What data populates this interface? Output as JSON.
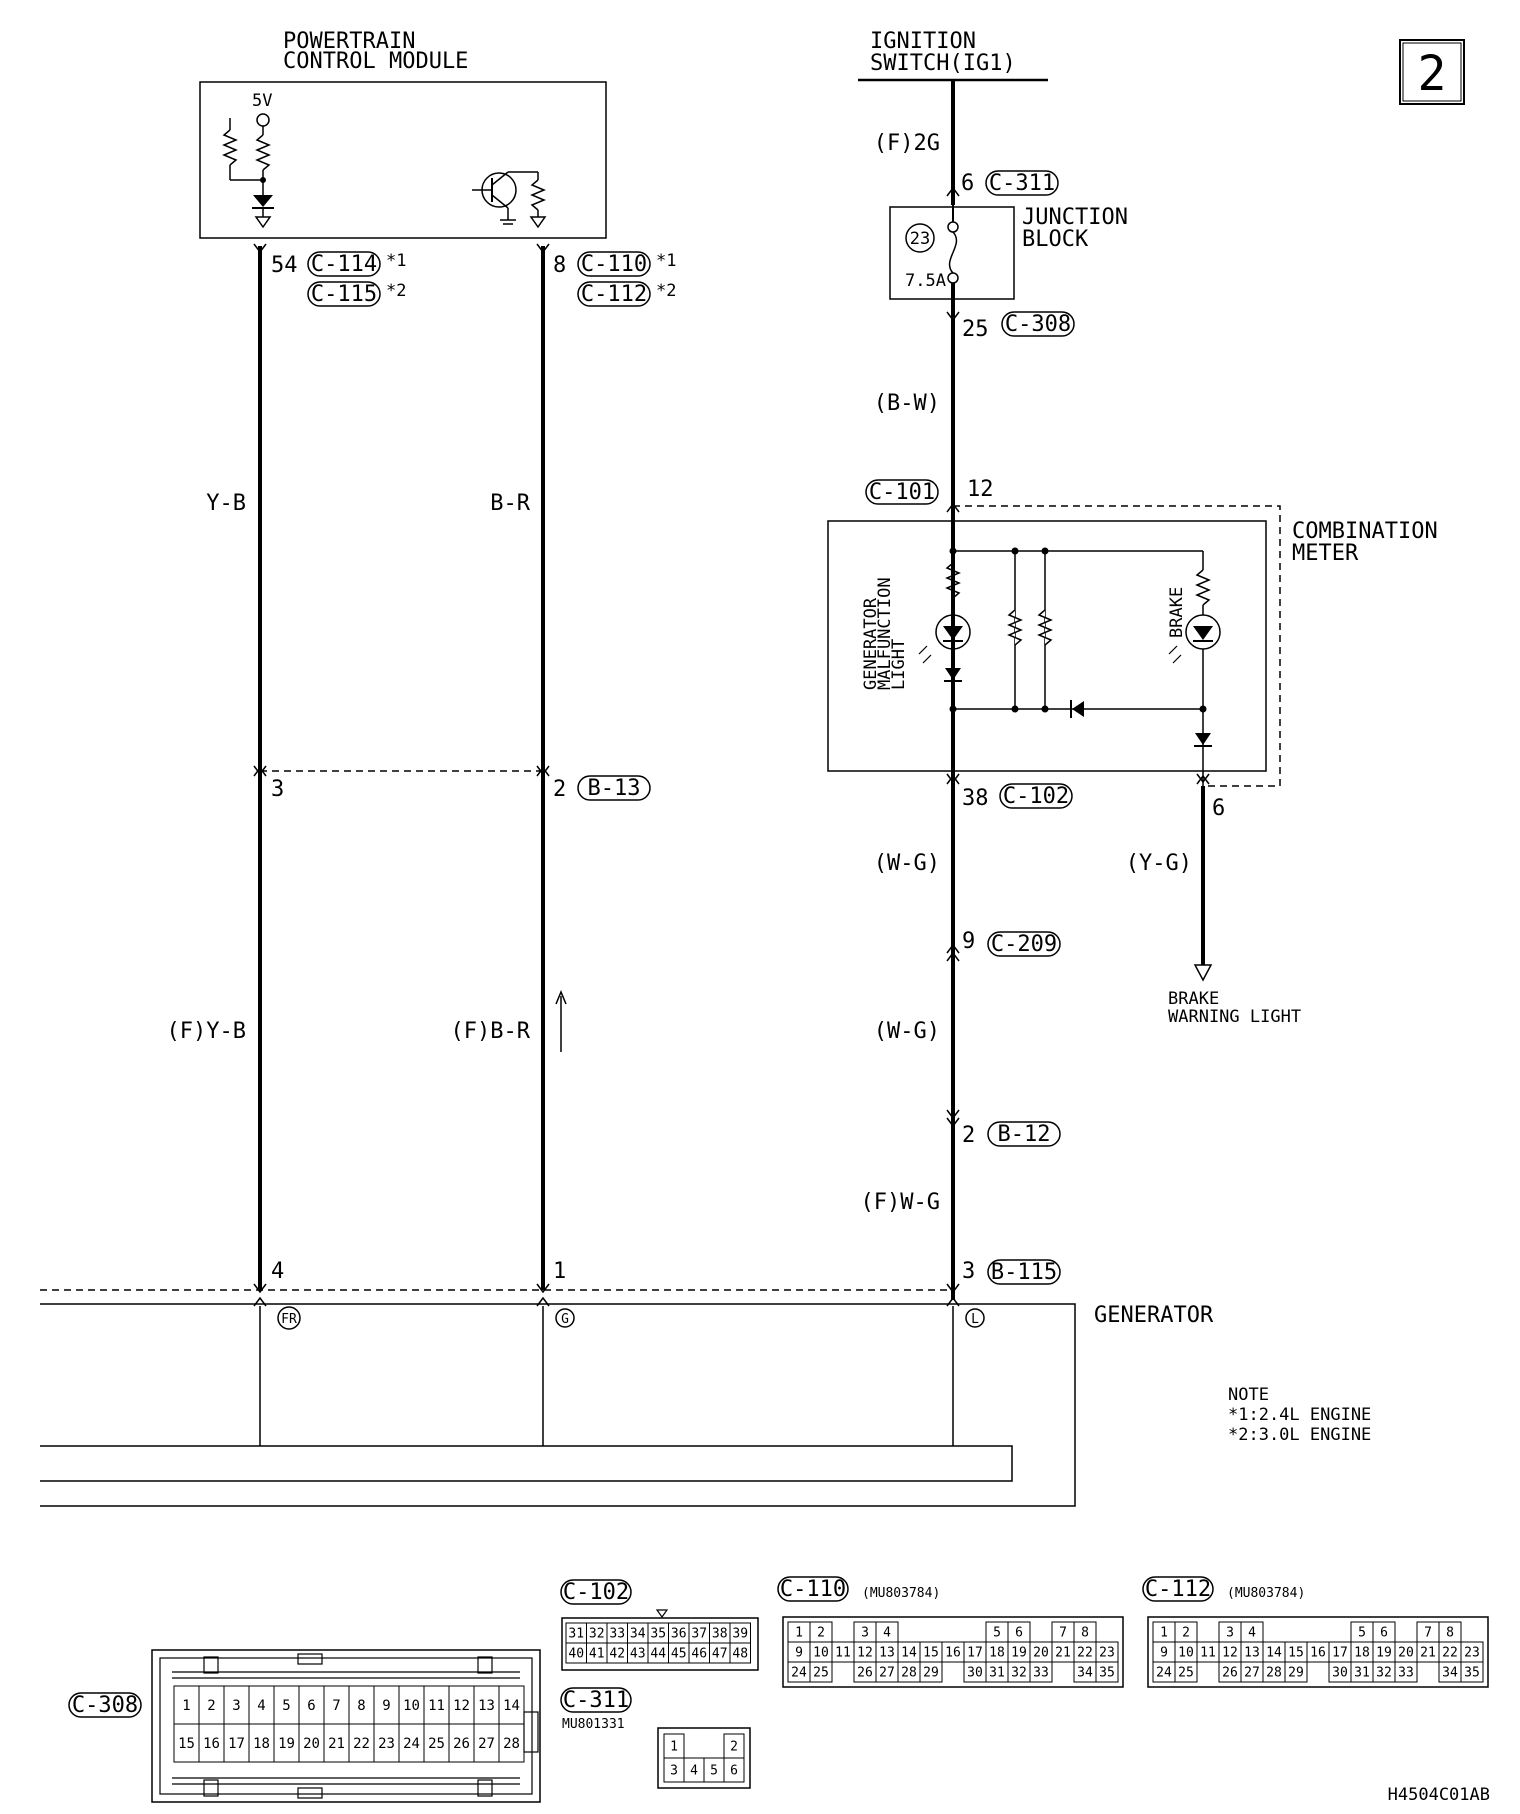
{
  "page_number": "2",
  "figure_code": "H4504C01AB",
  "pcm": {
    "title_line1": "POWERTRAIN",
    "title_line2": "CONTROL MODULE",
    "supply": "5V"
  },
  "ignition": {
    "line1": "IGNITION",
    "line2": "SWITCH(IG1)"
  },
  "junction_block": {
    "line1": "JUNCTION",
    "line2": "BLOCK",
    "fuse_no": "23",
    "fuse_rating": "7.5A"
  },
  "combination_meter": {
    "line1": "COMBINATION",
    "line2": "METER"
  },
  "generator": {
    "label": "GENERATOR",
    "terminal_fr": "FR",
    "terminal_g": "G",
    "terminal_l": "L"
  },
  "gen_light": {
    "line1": "GENERATOR",
    "line2": "MALFUNCTION",
    "line3": "LIGHT"
  },
  "brake_lamp": "BRAKE",
  "brake_warning": {
    "line1": "BRAKE",
    "line2": "WARNING LIGHT"
  },
  "note": {
    "title": "NOTE",
    "line1": "*1:2.4L ENGINE",
    "line2": "*2:3.0L ENGINE"
  },
  "pins": {
    "pcm_fr": "54",
    "pcm_g": "8",
    "split_fr": "3",
    "split_g": "2",
    "gen_fr": "4",
    "gen_g": "1",
    "gen_l": "3",
    "c311": "6",
    "c308": "25",
    "c101": "12",
    "c102": "38",
    "brake_out": "6",
    "c209": "9",
    "b12": "2"
  },
  "connectors": {
    "c114": "C-114",
    "c115": "C-115",
    "c110": "C-110",
    "c112": "C-112",
    "c311": "C-311",
    "c308": "C-308",
    "c101": "C-101",
    "c102": "C-102",
    "c209": "C-209",
    "b12": "B-12",
    "b13": "B-13",
    "b115": "B-115",
    "star1": "*1",
    "star2": "*2"
  },
  "wires": {
    "ign": "(F)2G",
    "c308_c101": "(B-W)",
    "fr_upper": "Y-B",
    "g_upper": "B-R",
    "fr_lower": "(F)Y-B",
    "g_lower": "(F)B-R",
    "l_upper": "(W-G)",
    "l_mid": "(W-G)",
    "l_lower": "(F)W-G",
    "brake": "(Y-G)"
  },
  "part_numbers": {
    "c110": "(MU803784)",
    "c112": "(MU803784)",
    "c311": "MU801331"
  },
  "connector_pins": {
    "c102_row1": [
      "31",
      "32",
      "33",
      "34",
      "35",
      "36",
      "37",
      "38",
      "39"
    ],
    "c102_row2": [
      "40",
      "41",
      "42",
      "43",
      "44",
      "45",
      "46",
      "47",
      "48"
    ],
    "c110_row1": [
      "1",
      "2",
      "",
      "3",
      "4",
      "",
      "",
      "",
      "",
      "5",
      "6",
      "",
      "7",
      "8"
    ],
    "c110_row2": [
      "9",
      "10",
      "11",
      "12",
      "13",
      "14",
      "15",
      "16",
      "17",
      "18",
      "19",
      "20",
      "21",
      "22",
      "23"
    ],
    "c110_row3": [
      "24",
      "25",
      "",
      "26",
      "27",
      "28",
      "29",
      "",
      "30",
      "31",
      "32",
      "33",
      "",
      "34",
      "35"
    ],
    "c308_row1": [
      "1",
      "2",
      "3",
      "4",
      "5",
      "6",
      "7",
      "8",
      "9",
      "10",
      "11",
      "12",
      "13",
      "14"
    ],
    "c308_row2": [
      "15",
      "16",
      "17",
      "18",
      "19",
      "20",
      "21",
      "22",
      "23",
      "24",
      "25",
      "26",
      "27",
      "28"
    ],
    "c311_row1": [
      "1",
      "",
      "",
      "2"
    ],
    "c311_row2": [
      "3",
      "4",
      "5",
      "6"
    ]
  }
}
